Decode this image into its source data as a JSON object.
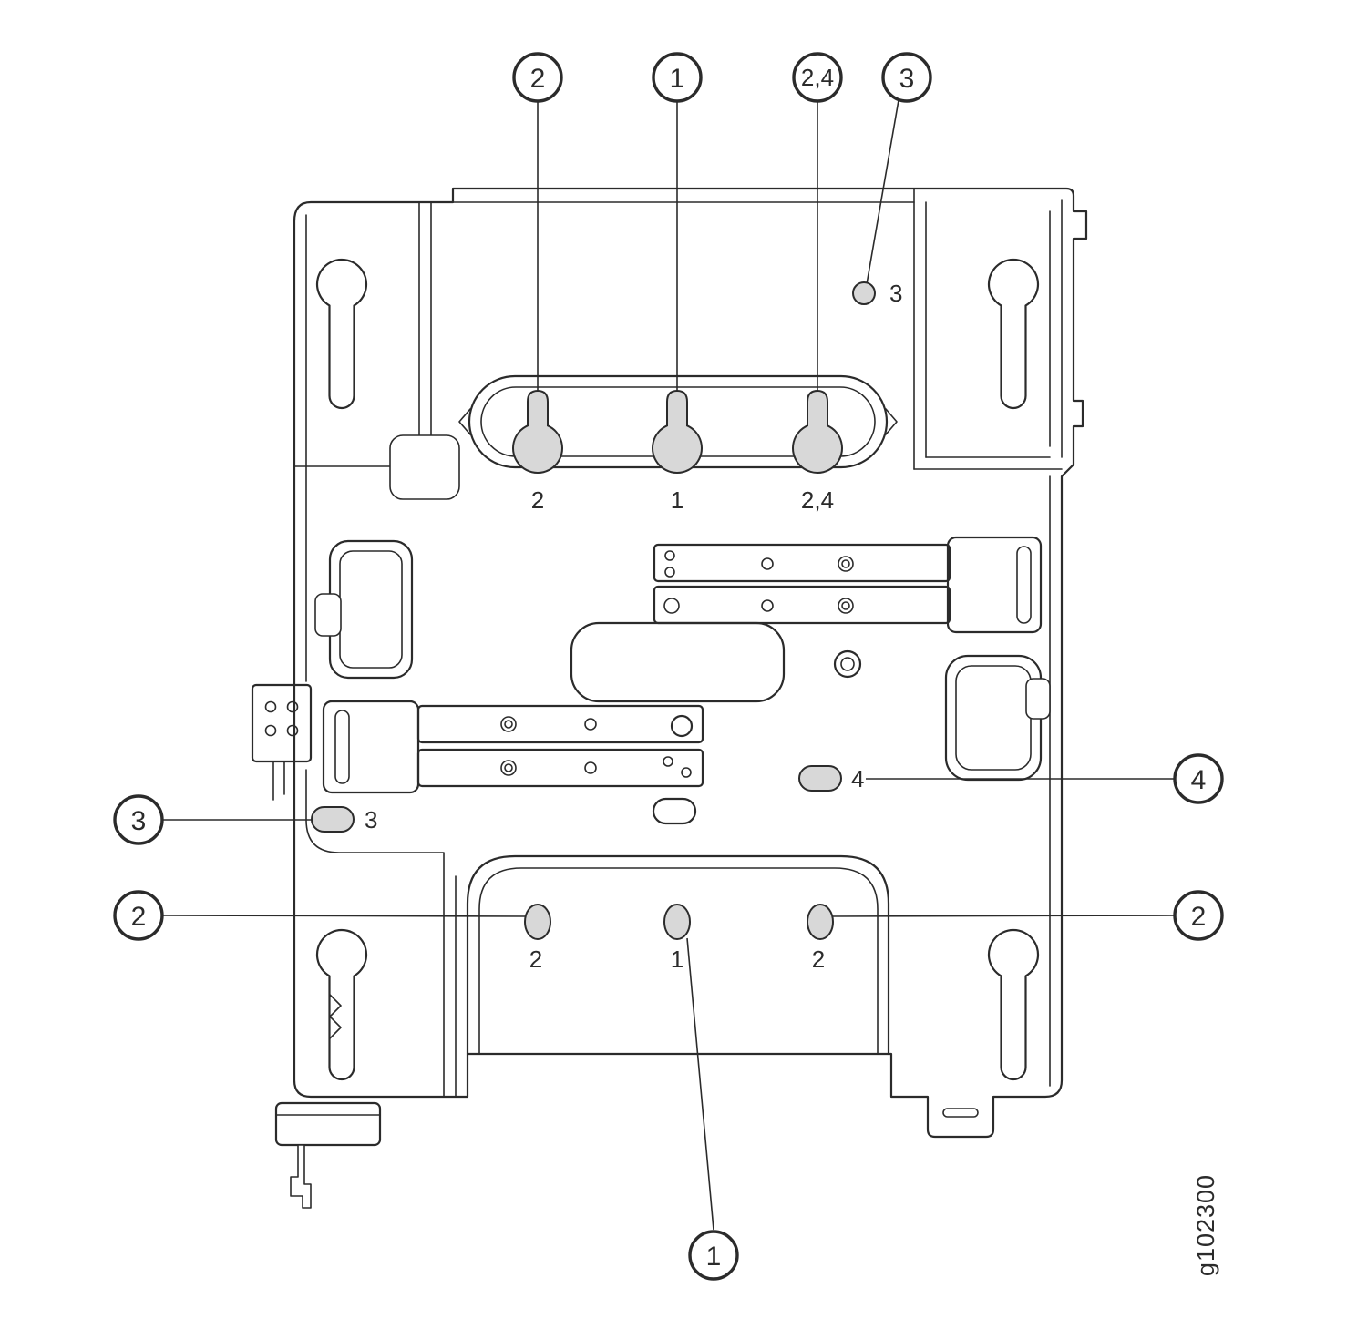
{
  "figure": {
    "watermark": "g102300",
    "callouts": {
      "top_2": "2",
      "top_1": "1",
      "top_2_4": "2,4",
      "top_3": "3",
      "left_3": "3",
      "left_2": "2",
      "right_4": "4",
      "right_2": "2",
      "bottom_1": "1"
    },
    "hole_labels": {
      "top_left": "2",
      "top_center": "1",
      "top_right": "2,4",
      "small_circle": "3",
      "slot_right": "4",
      "slot_left": "3",
      "bottom_left": "2",
      "bottom_center": "1",
      "bottom_right": "2"
    },
    "colors": {
      "line": "#2b2b2b",
      "hole_fill": "#d8d8d8",
      "background": "#ffffff"
    }
  }
}
